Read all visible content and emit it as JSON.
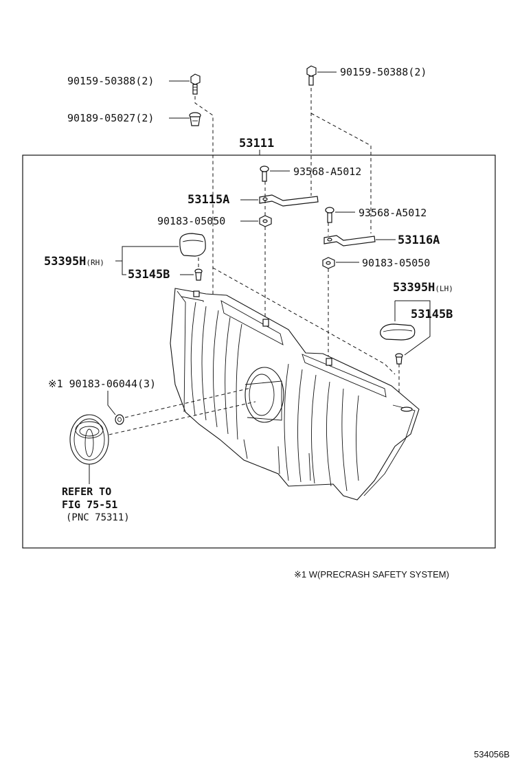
{
  "labels": {
    "bolt_top_left": "90159-50388",
    "bolt_top_left_qty": "(2)",
    "clip_top_left": "90189-05027",
    "clip_top_left_qty": "(2)",
    "bolt_top_right": "90159-50388",
    "bolt_top_right_qty": "(2)",
    "grille_assembly": "53111",
    "screw_upper": "93568-A5012",
    "bracket_left": "53115A",
    "nut_left": "90183-05050",
    "screw_lower": "93568-A5012",
    "bracket_right": "53116A",
    "nut_right": "90183-05050",
    "bumper_rh": "53395H",
    "bumper_rh_side": "(RH)",
    "clip_rh": "53145B",
    "bumper_lh": "53395H",
    "bumper_lh_side": "(LH)",
    "clip_lh": "53145B",
    "nut_emblem_mark": "※1",
    "nut_emblem": "90183-06044",
    "nut_emblem_qty": "(3)",
    "refer_line1": "REFER TO",
    "refer_line2": "FIG 75-51",
    "refer_line3": "(PNC 75311)",
    "footnote": "※1 W(PRECRASH SAFETY SYSTEM)",
    "drawing_id": "534056B"
  },
  "icons": [
    "bolt-icon",
    "clip-icon",
    "screw-icon",
    "bracket-icon",
    "nut-icon",
    "bumper-pad-icon",
    "emblem-icon",
    "grille-icon"
  ]
}
